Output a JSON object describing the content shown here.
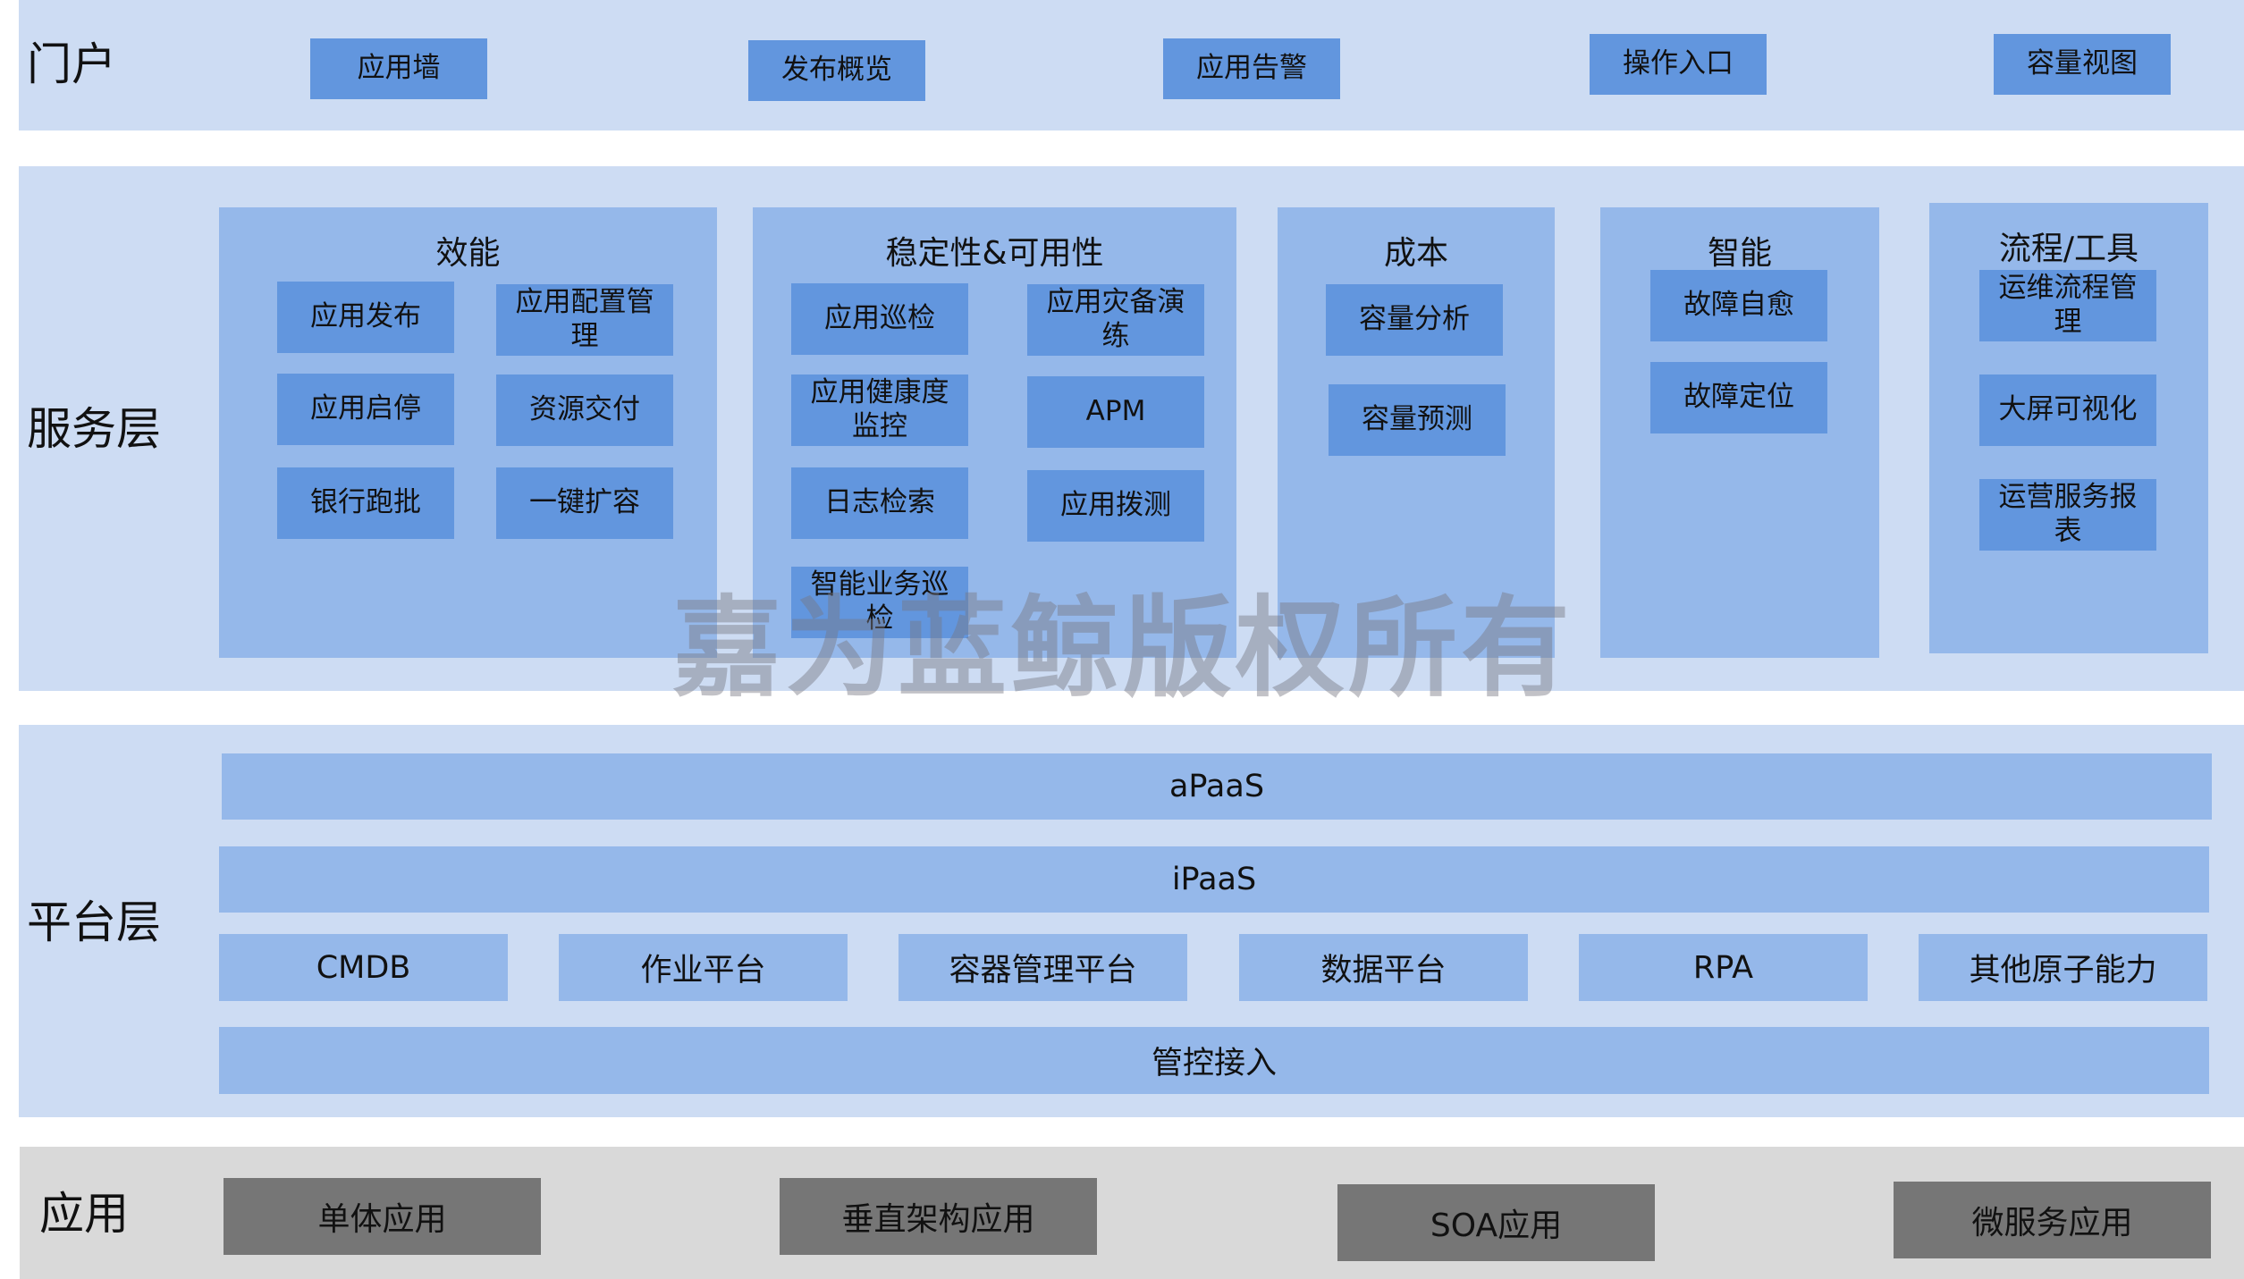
{
  "layers": {
    "portal": {
      "label": "门户",
      "items": [
        "应用墙",
        "发布概览",
        "应用告警",
        "操作入口",
        "容量视图"
      ]
    },
    "service": {
      "label": "服务层",
      "columns": [
        {
          "title": "效能",
          "items": [
            "应用发布",
            "应用配置管理",
            "应用启停",
            "资源交付",
            "银行跑批",
            "一键扩容"
          ]
        },
        {
          "title": "稳定性&可用性",
          "items": [
            "应用巡检",
            "应用灾备演练",
            "应用健康度监控",
            "APM",
            "日志检索",
            "应用拨测",
            "智能业务巡检"
          ]
        },
        {
          "title": "成本",
          "items": [
            "容量分析",
            "容量预测"
          ]
        },
        {
          "title": "智能",
          "items": [
            "故障自愈",
            "故障定位"
          ]
        },
        {
          "title": "流程/工具",
          "items": [
            "运维流程管理",
            "大屏可视化",
            "运营服务报表"
          ]
        }
      ]
    },
    "platform": {
      "label": "平台层",
      "apaas": "aPaaS",
      "ipaas": "iPaaS",
      "components": [
        "CMDB",
        "作业平台",
        "容器管理平台",
        "数据平台",
        "RPA",
        "其他原子能力"
      ],
      "control": "管控接入"
    },
    "application": {
      "label": "应用",
      "items": [
        "单体应用",
        "垂直架构应用",
        "SOA应用",
        "微服务应用"
      ]
    }
  },
  "watermark": "嘉为蓝鲸版权所有",
  "colors": {
    "band": "#cddcf3",
    "column": "#95b8ea",
    "box": "#6296de",
    "gray_band": "#d9d9d9",
    "gray_box": "#767676"
  }
}
